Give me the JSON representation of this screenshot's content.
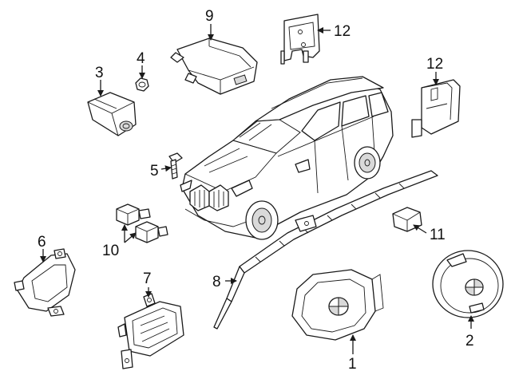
{
  "callouts": {
    "c1": "1",
    "c2": "2",
    "c3": "3",
    "c4": "4",
    "c5": "5",
    "c6": "6",
    "c7": "7",
    "c8": "8",
    "c9": "9",
    "c10": "10",
    "c11": "11",
    "c12a": "12",
    "c12b": "12"
  },
  "parts": [
    {
      "callout": "1",
      "name": "driver-airbag-module"
    },
    {
      "callout": "2",
      "name": "steering-wheel-airbag"
    },
    {
      "callout": "3",
      "name": "passenger-airbag-module"
    },
    {
      "callout": "4",
      "name": "nut"
    },
    {
      "callout": "5",
      "name": "bolt"
    },
    {
      "callout": "6",
      "name": "side-impact-sensor"
    },
    {
      "callout": "7",
      "name": "control-module-bracket"
    },
    {
      "callout": "8",
      "name": "curtain-airbag"
    },
    {
      "callout": "9",
      "name": "airbag-control-module"
    },
    {
      "callout": "10",
      "name": "impact-sensors"
    },
    {
      "callout": "11",
      "name": "clip"
    },
    {
      "callout": "12",
      "name": "mounting-brackets"
    }
  ]
}
